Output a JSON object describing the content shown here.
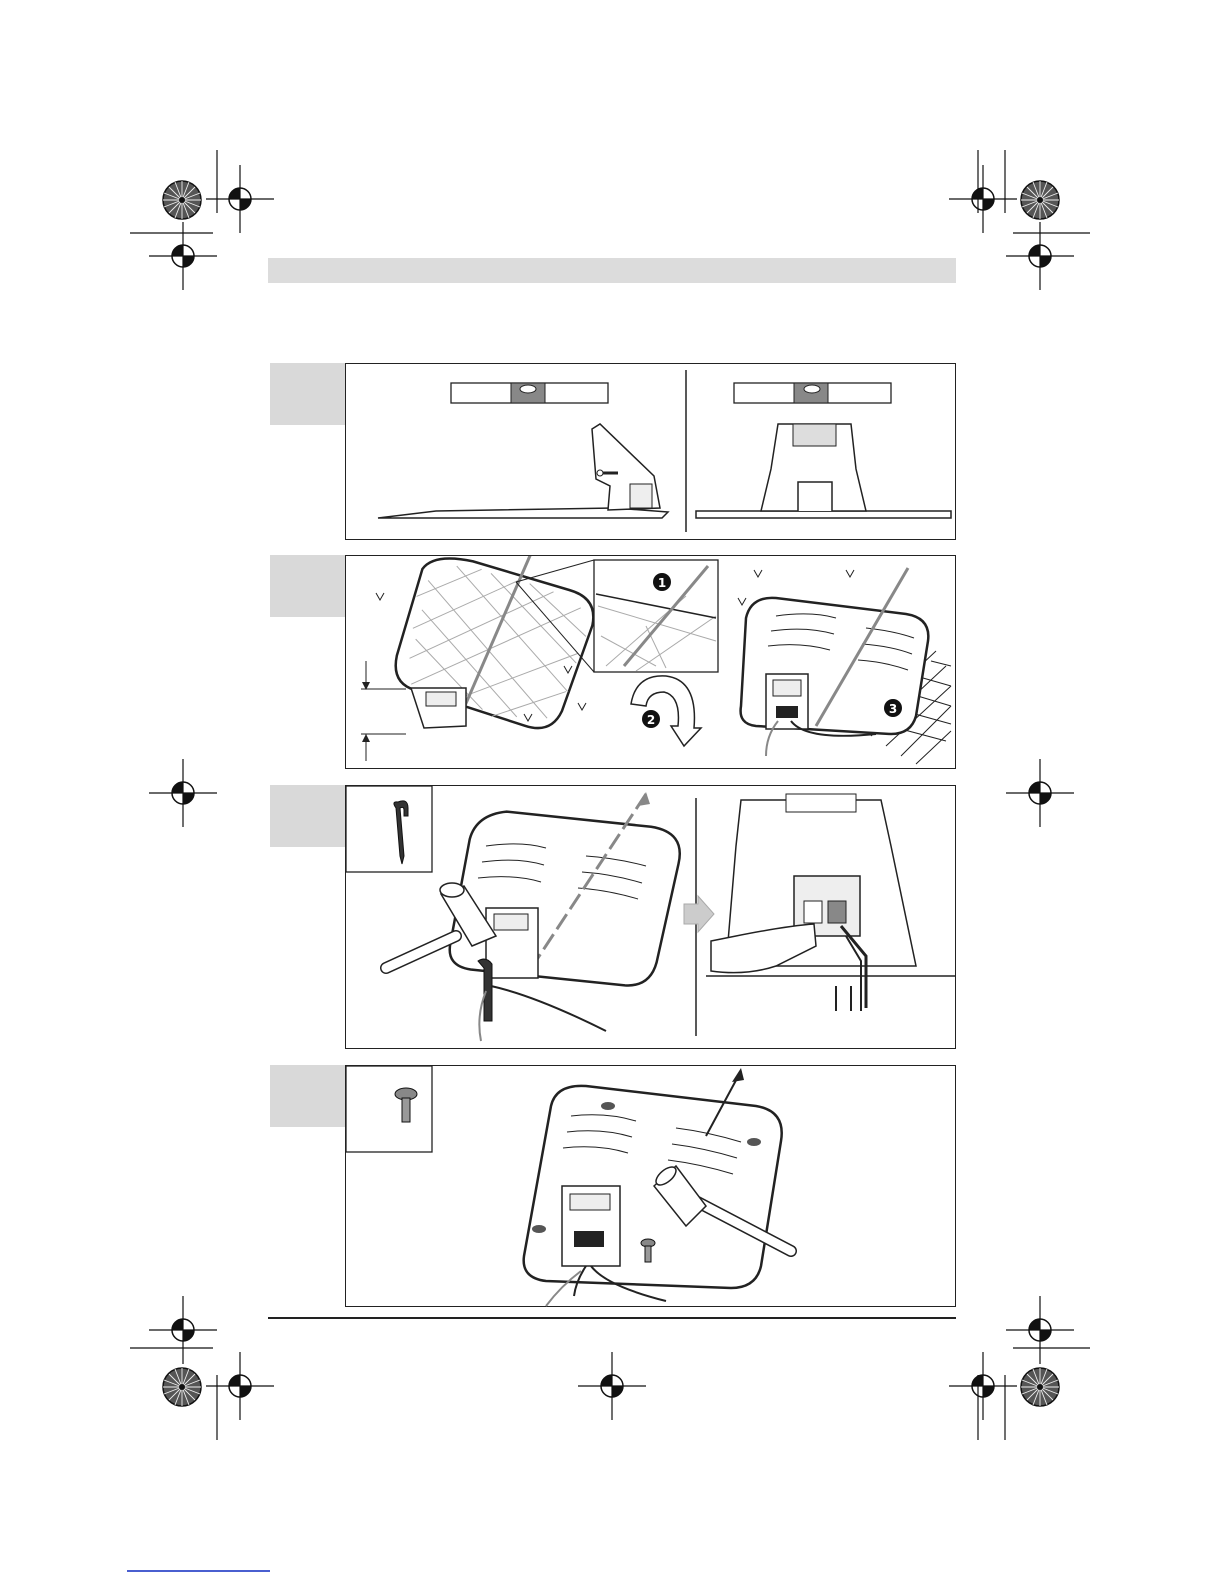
{
  "header": {
    "bar_color": "#dcdcdc"
  },
  "steps": [
    {
      "id": "level-check",
      "callouts": []
    },
    {
      "id": "place-station",
      "callouts": [
        "1",
        "2",
        "3"
      ]
    },
    {
      "id": "peg-and-connect",
      "callouts": []
    },
    {
      "id": "screw-down",
      "callouts": []
    }
  ],
  "icons": [
    "registration-mark-icon",
    "color-target-icon",
    "spirit-level-icon",
    "wire-peg-icon",
    "anchor-screw-icon",
    "hammer-icon",
    "arrow-right-icon",
    "rotate-arrow-icon",
    "grass-icon"
  ],
  "colors": {
    "line": "#222222",
    "tab": "#d9d9d9",
    "wire": "#888888",
    "link": "#4a5fd0"
  }
}
